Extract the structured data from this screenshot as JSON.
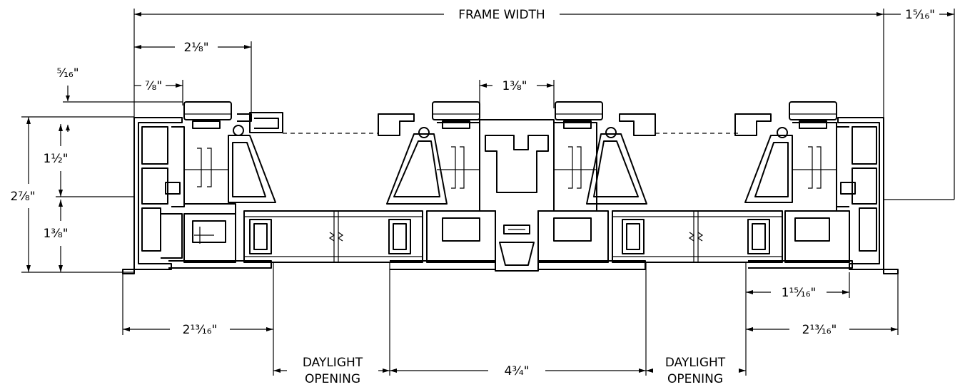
{
  "dimensions": {
    "frame_width": "FRAME WIDTH",
    "right_offset": "1⁵⁄₁₆\"",
    "two_one_eighth": "2⅛\"",
    "five_sixteenths": "⁵⁄₁₆\"",
    "seven_eighths": "⅞\"",
    "center_one_three_eighths": "1⅜\"",
    "one_half": "1½\"",
    "two_seven_eighths": "2⅞\"",
    "lower_one_three_eighths": "1⅜\"",
    "left_two_thirteen_sixteenths": "2¹³⁄₁₆\"",
    "right_two_thirteen_sixteenths": "2¹³⁄₁₆\"",
    "one_fifteen_sixteenths": "1¹⁵⁄₁₆\"",
    "four_three_quarters": "4¾\""
  },
  "labels": {
    "daylight": "DAYLIGHT",
    "opening": "OPENING"
  }
}
